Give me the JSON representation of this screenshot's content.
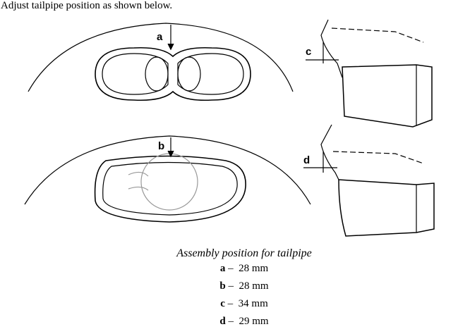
{
  "instruction": "Adjust tailpipe position as shown below.",
  "diagram": {
    "labels": [
      "a",
      "b",
      "c",
      "d"
    ]
  },
  "caption": "Assembly position for tailpipe",
  "specs": [
    {
      "letter": "a",
      "dash": "–",
      "value": "28 mm"
    },
    {
      "letter": "b",
      "dash": "–",
      "value": "28 mm"
    },
    {
      "letter": "c",
      "dash": "–",
      "value": "34 mm"
    },
    {
      "letter": "d",
      "dash": "–",
      "value": "29 mm"
    }
  ]
}
